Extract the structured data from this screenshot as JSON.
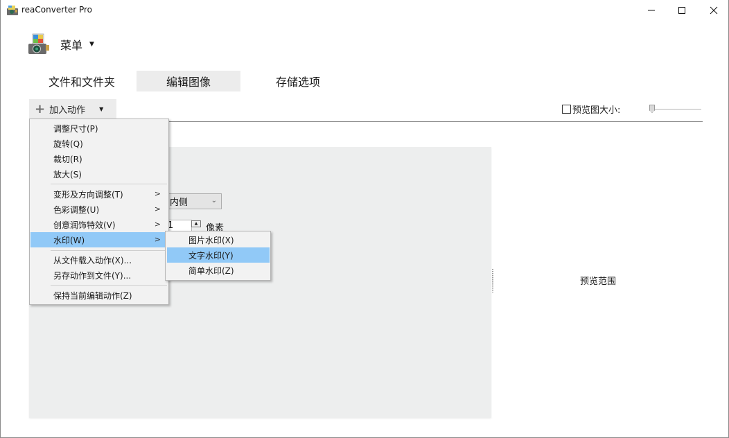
{
  "window": {
    "title": "reaConverter Pro",
    "controls": {
      "minimize": "—",
      "maximize": "☐",
      "close": "✕"
    }
  },
  "menu": {
    "label": "菜单",
    "caret": "▼",
    "icon": "app-logo-icon"
  },
  "tabs": [
    {
      "label": "文件和文件夹",
      "active": false
    },
    {
      "label": "编辑图像",
      "active": true
    },
    {
      "label": "存储选项",
      "active": false
    }
  ],
  "toolbar": {
    "add_action": {
      "plus": "+",
      "label": "加入动作",
      "caret": "▼"
    },
    "preview_size": {
      "label": "预览图大小:",
      "checked": false
    }
  },
  "editor": {
    "combo_value": "内侧",
    "spin_value": "1",
    "spin_unit": "像素"
  },
  "preview": {
    "label": "预览范围"
  },
  "dropdown": {
    "items": [
      {
        "label": "调整尺寸(P)",
        "submenu": false
      },
      {
        "label": "旋转(Q)",
        "submenu": false
      },
      {
        "label": "裁切(R)",
        "submenu": false
      },
      {
        "label": "放大(S)",
        "submenu": false
      },
      {
        "label": "变形及方向调整(T)",
        "submenu": true
      },
      {
        "label": "色彩调整(U)",
        "submenu": true
      },
      {
        "label": "创意润饰特效(V)",
        "submenu": true
      },
      {
        "label": "水印(W)",
        "submenu": true,
        "active": true
      },
      {
        "label": "从文件载入动作(X)...",
        "submenu": false
      },
      {
        "label": "另存动作到文件(Y)...",
        "submenu": false
      },
      {
        "label": "保持当前编辑动作(Z)",
        "submenu": false
      }
    ],
    "submenu_arrow": ">"
  },
  "submenu": {
    "items": [
      {
        "label": "图片水印(X)"
      },
      {
        "label": "文字水印(Y)",
        "active": true
      },
      {
        "label": "简单水印(Z)"
      }
    ]
  },
  "colors": {
    "highlight": "#91c9f7",
    "panel": "#edeeee",
    "tab_active": "#ececec"
  }
}
